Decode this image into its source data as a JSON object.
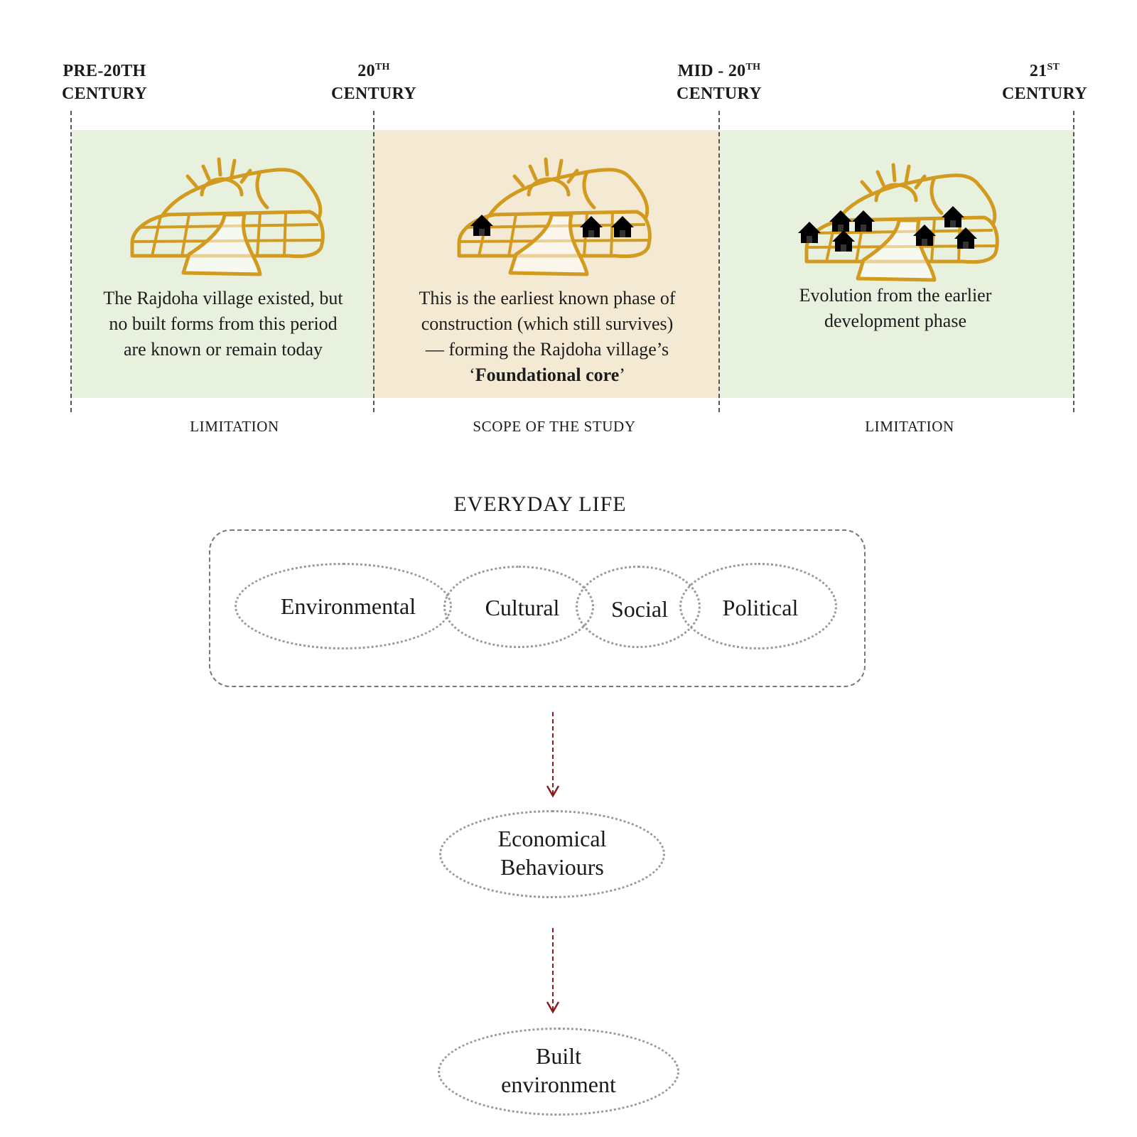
{
  "timeline": {
    "eras": [
      {
        "line1": "PRE-20TH",
        "line2": "CENTURY"
      },
      {
        "num": "20",
        "sup": "TH",
        "line2": "CENTURY"
      },
      {
        "num": "MID - 20",
        "sup": "TH",
        "line2": "CENTURY"
      },
      {
        "num": "21",
        "sup": "ST",
        "line2": "CENTURY"
      }
    ],
    "phases": [
      {
        "description_lines": [
          "The Rajdoha village existed, but",
          "no built forms from this period",
          "are known or remain today"
        ],
        "caption": "LIMITATION",
        "color": "#e8f1de"
      },
      {
        "description_lines": [
          "This is the earliest known phase of",
          "construction (which still survives)",
          "— forming the Rajdoha  village’s"
        ],
        "description_bold": "Foundational  core",
        "quote_open": "‘",
        "quote_close": "’",
        "caption": "SCOPE OF THE STUDY",
        "color": "#f4ead4"
      },
      {
        "description_lines": [
          "Evolution from the earlier",
          "development  phase"
        ],
        "caption": "LIMITATION",
        "color": "#e8f1de"
      }
    ],
    "icon": "village-sketch-icon",
    "icon_color": "#d29a1e"
  },
  "everyday_life": {
    "title": "EVERYDAY LIFE",
    "factors": [
      "Environmental",
      "Cultural",
      "Social",
      "Political"
    ],
    "flow": [
      {
        "line1": "Economical",
        "line2": "Behaviours"
      },
      {
        "line1": "Built",
        "line2": "environment"
      }
    ],
    "arrow_color": "#8b1a1a"
  }
}
